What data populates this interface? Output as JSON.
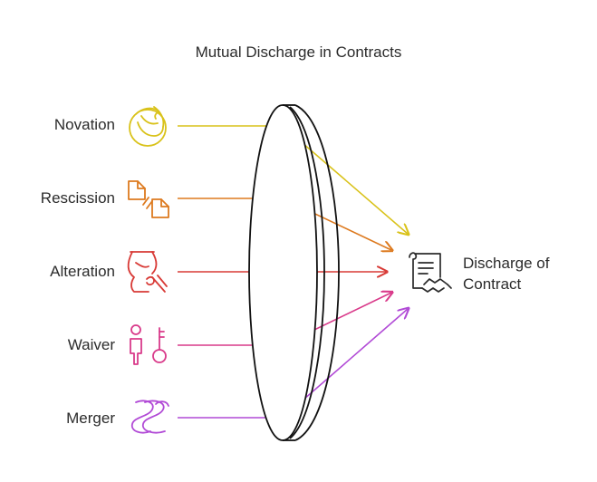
{
  "title": "Mutual Discharge in Contracts",
  "sources": [
    {
      "label": "Novation",
      "icon": "fire-fox-icon",
      "color": "#d9c21a"
    },
    {
      "label": "Rescission",
      "icon": "document-swap-icon",
      "color": "#dd7a1f"
    },
    {
      "label": "Alteration",
      "icon": "vase-repair-icon",
      "color": "#d83a36"
    },
    {
      "label": "Waiver",
      "icon": "person-key-icon",
      "color": "#d93a8a"
    },
    {
      "label": "Merger",
      "icon": "river-merge-icon",
      "color": "#b14ad6"
    }
  ],
  "target": {
    "line1": "Discharge of",
    "line2": "Contract",
    "icon": "contract-handshake-icon"
  }
}
